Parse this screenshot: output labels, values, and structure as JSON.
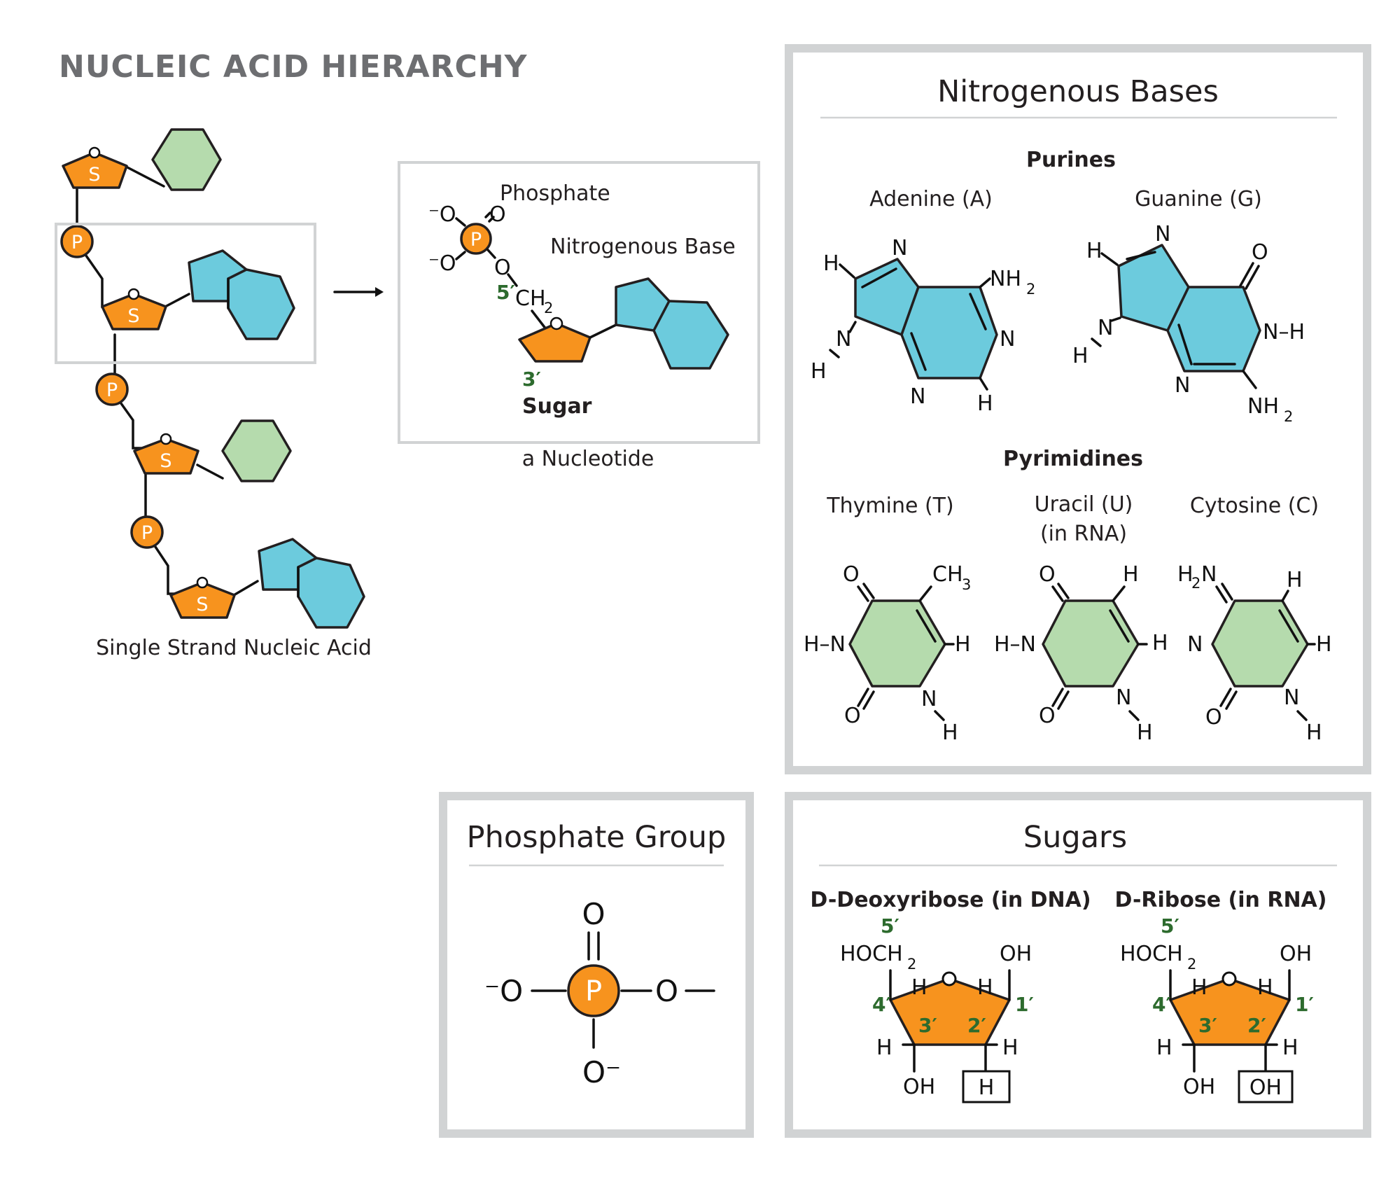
{
  "title": "NUCLEIC ACID HIERARCHY",
  "strand": {
    "caption": "Single Strand Nucleic Acid",
    "sugar_letter": "S",
    "phosphate_letter": "P",
    "ring_oxygen": "O"
  },
  "nucleotide": {
    "caption": "a Nucleotide",
    "phosphate_label": "Phosphate",
    "base_label": "Nitrogenous Base",
    "sugar_label": "Sugar",
    "five_prime": "5′",
    "three_prime": "3′",
    "ch2": "CH",
    "sub2": "2",
    "o_minus_top": "⁻O",
    "o_minus_bottom": "⁻O",
    "o_double": "O",
    "o_link": "O",
    "p": "P",
    "ring_o": "O"
  },
  "bases": {
    "heading": "Nitrogenous Bases",
    "purines": "Purines",
    "pyrimidines": "Pyrimidines",
    "adenine": "Adenine (A)",
    "guanine": "Guanine (G)",
    "thymine": "Thymine (T)",
    "uracil": "Uracil (U)",
    "uracil_note": "(in RNA)",
    "cytosine": "Cytosine (C)",
    "atoms": {
      "N": "N",
      "H": "H",
      "O": "O",
      "NH": "NH",
      "sub2": "2",
      "sub3": "3",
      "CH": "CH",
      "NH_dash": "N–H",
      "HN_dash": "H–N"
    }
  },
  "phosphate_group": {
    "heading": "Phosphate Group",
    "top_o": "O",
    "left_o": "⁻O",
    "right_o": "O",
    "bottom_o": "O⁻",
    "p": "P"
  },
  "sugars": {
    "heading": "Sugars",
    "deoxyribose": "D-Deoxyribose (in DNA)",
    "ribose": "D-Ribose (in RNA)",
    "hoch": "HOCH",
    "sub2": "2",
    "oh": "OH",
    "h": "H",
    "o": "O",
    "c1": "1′",
    "c2": "2′",
    "c3": "3′",
    "c4": "4′",
    "c5": "5′",
    "deoxy_boxed": "H",
    "ribose_boxed": "OH"
  },
  "colors": {
    "sugar": "#f7931e",
    "purine": "#6ccbdd",
    "pyrimidine": "#b5dbad",
    "frame": "#d1d3d4",
    "carbon_numbers": "#2d6b2e",
    "title": "#6d6e71"
  }
}
